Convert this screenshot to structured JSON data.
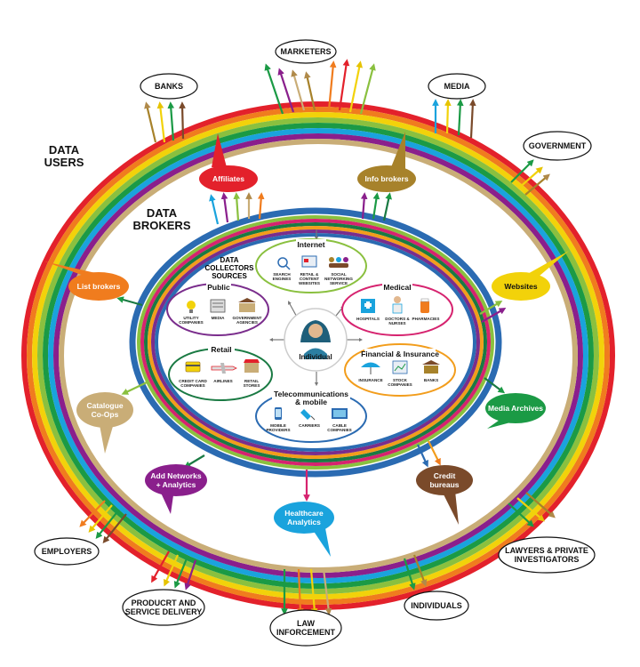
{
  "labels": {
    "data_users": [
      "DATA",
      "USERS"
    ],
    "data_brokers": [
      "DATA",
      "BROKERS"
    ],
    "data_collectors": [
      "DATA",
      "COLLECTORS",
      "SOURCES"
    ],
    "individual": "Individual"
  },
  "data_users": [
    {
      "id": "marketers",
      "label": [
        "MARKETERS"
      ]
    },
    {
      "id": "banks",
      "label": [
        "BANKS"
      ]
    },
    {
      "id": "media",
      "label": [
        "MEDIA"
      ]
    },
    {
      "id": "government",
      "label": [
        "GOVERNMENT"
      ]
    },
    {
      "id": "employers",
      "label": [
        "EMPLOYERS"
      ]
    },
    {
      "id": "lawyers",
      "label": [
        "LAWYERS & PRIVATE",
        "INVESTIGATORS"
      ]
    },
    {
      "id": "product",
      "label": [
        "PRODUCRT AND",
        "SERVICE DELIVERY"
      ]
    },
    {
      "id": "law",
      "label": [
        "LAW",
        "INFORCEMENT"
      ]
    },
    {
      "id": "individuals",
      "label": [
        "INDIVIDUALS"
      ]
    }
  ],
  "brokers": [
    {
      "id": "affiliates",
      "label": [
        "Affiliates"
      ],
      "color": "#e3212b"
    },
    {
      "id": "info-brokers",
      "label": [
        "Info brokers"
      ],
      "color": "#a7822b"
    },
    {
      "id": "list-brokers",
      "label": [
        "List brokers"
      ],
      "color": "#f07c1e"
    },
    {
      "id": "websites",
      "label": [
        "Websites"
      ],
      "color": "#f2d20a"
    },
    {
      "id": "catalogue",
      "label": [
        "Catalogue",
        "Co-Ops"
      ],
      "color": "#c9ad77"
    },
    {
      "id": "media-archives",
      "label": [
        "Media Archives"
      ],
      "color": "#1b9a45"
    },
    {
      "id": "add-networks",
      "label": [
        "Add Networks",
        "+ Analytics"
      ],
      "color": "#8a1f8c"
    },
    {
      "id": "credit",
      "label": [
        "Credit",
        "bureaus"
      ],
      "color": "#7a4a2a"
    },
    {
      "id": "healthcare",
      "label": [
        "Healthcare",
        "Analytics"
      ],
      "color": "#1aa3dd"
    }
  ],
  "sectors": [
    {
      "id": "internet",
      "title": "Internet",
      "color": "#8ac03f",
      "items": [
        [
          "SEARCH",
          "ENGINES"
        ],
        [
          "RETAIL &",
          "CONTENT",
          "WEBSITES"
        ],
        [
          "SOCIAL",
          "NETWORKING",
          "SERVICE"
        ]
      ]
    },
    {
      "id": "public",
      "title": "Public",
      "color": "#7a2d8c",
      "items": [
        [
          "UTILITY",
          "COMPANIES"
        ],
        [
          "MEDIA"
        ],
        [
          "GOVERNMENT",
          "AGENCIES"
        ]
      ]
    },
    {
      "id": "medical",
      "title": "Medical",
      "color": "#d6236f",
      "items": [
        [
          "HOSPITALS"
        ],
        [
          "DOCTORS &",
          "NURSES"
        ],
        [
          "PHARMACIES"
        ]
      ]
    },
    {
      "id": "retail",
      "title": "Retail",
      "color": "#1a7a43",
      "items": [
        [
          "CREDIT CARD",
          "COMPANIES"
        ],
        [
          "AIRLINES"
        ],
        [
          "RETAIL",
          "STORES"
        ]
      ]
    },
    {
      "id": "financial",
      "title": "Financial & Insurance",
      "color": "#f29d1c",
      "items": [
        [
          "INSURANCE"
        ],
        [
          "STOCK",
          "COMPANIES"
        ],
        [
          "BANKS"
        ]
      ]
    },
    {
      "id": "telecom",
      "title": "Telecommunications",
      "title2": "& mobile",
      "color": "#2b6bb2",
      "items": [
        [
          "MOBILE",
          "PROVIDERS"
        ],
        [
          "CARRIERS"
        ],
        [
          "CABLE",
          "COMPANIES"
        ]
      ]
    }
  ],
  "colors": {
    "rings": [
      "#e3212b",
      "#f07c1e",
      "#f2d20a",
      "#8ac03f",
      "#1b9a45",
      "#1aa3dd",
      "#8a1f8c",
      "#c9ad77"
    ],
    "inner_band": "#2b6bb2",
    "avatar": "#1f5f7a"
  }
}
